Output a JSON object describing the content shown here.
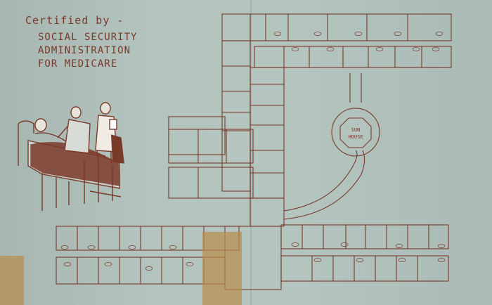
{
  "certification": {
    "line1": "Certified by -",
    "line2": "SOCIAL SECURITY",
    "line3": "ADMINISTRATION",
    "line4": "FOR MEDICARE"
  },
  "plan": {
    "sun_house_line1": "SUN",
    "sun_house_line2": "HOUSE"
  },
  "colors": {
    "ink": "#7a3a2a",
    "paper": "#b3c3be",
    "tape": "#b88f4e"
  }
}
